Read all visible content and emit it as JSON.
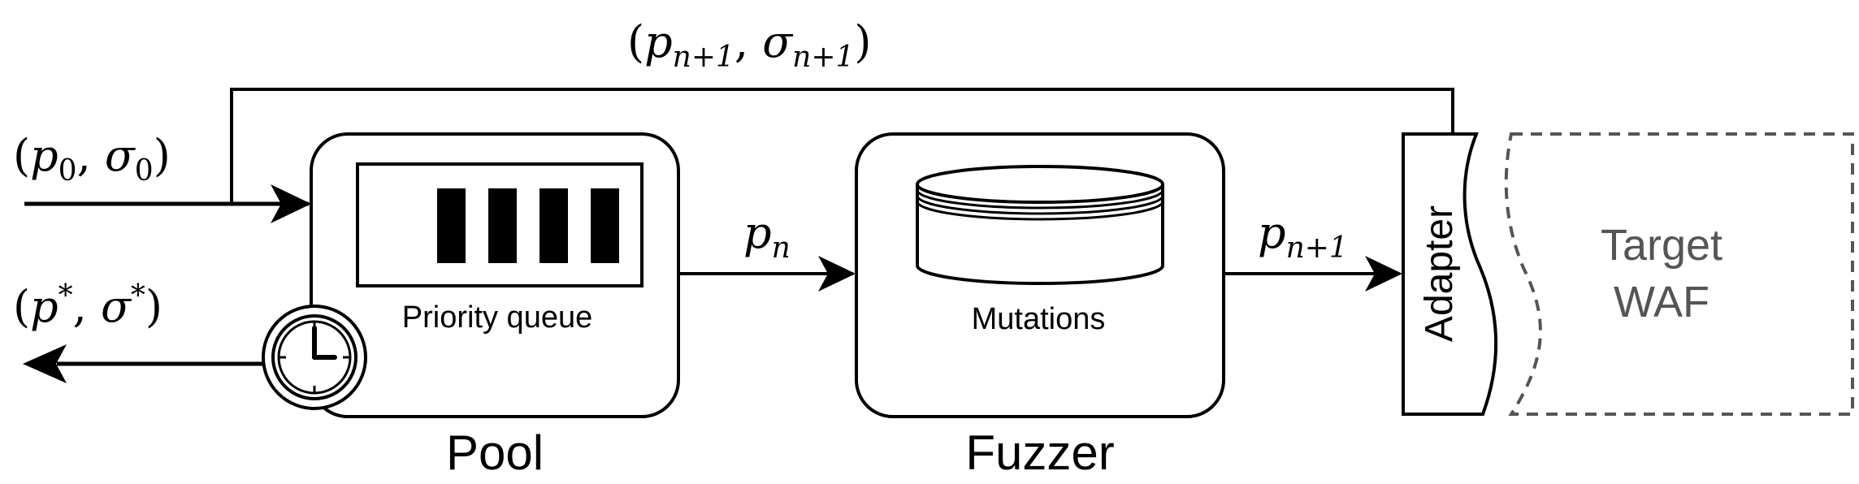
{
  "labels": {
    "feedback": "(p_{n+1}, σ_{n+1})",
    "input": "(p_0, σ_0)",
    "output": "(p*, σ*)",
    "pn": "p_n",
    "pn1": "p_{n+1}",
    "priority_queue": "Priority queue",
    "pool": "Pool",
    "mutations": "Mutations",
    "fuzzer": "Fuzzer",
    "adapter": "Adapter",
    "target_line1": "Target",
    "target_line2": "WAF"
  },
  "icons": [
    "clock-icon",
    "database-icon"
  ]
}
